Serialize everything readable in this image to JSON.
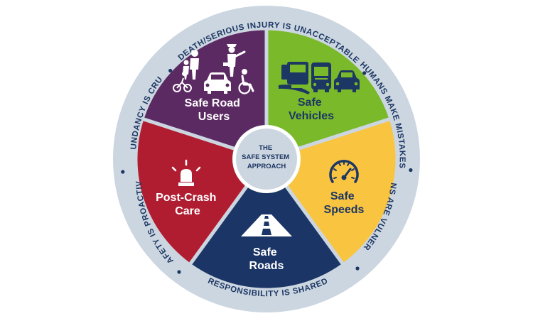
{
  "hub": {
    "lines": [
      "THE",
      "SAFE SYSTEM",
      "APPROACH"
    ]
  },
  "segments": [
    {
      "id": "vehicles",
      "title_lines": [
        "Safe",
        "Vehicles"
      ],
      "color": "#7ab929",
      "text_color": "#1d3764",
      "icon": "vehicles-icon"
    },
    {
      "id": "speeds",
      "title_lines": [
        "Safe",
        "Speeds"
      ],
      "color": "#f9c440",
      "text_color": "#1d3764",
      "icon": "speedometer-icon"
    },
    {
      "id": "roads",
      "title_lines": [
        "Safe",
        "Roads"
      ],
      "color": "#1b3566",
      "text_color": "#ffffff",
      "icon": "road-icon"
    },
    {
      "id": "post-crash",
      "title_lines": [
        "Post-Crash",
        "Care"
      ],
      "color": "#b11d30",
      "text_color": "#ffffff",
      "icon": "siren-icon"
    },
    {
      "id": "road-users",
      "title_lines": [
        "Safe Road",
        "Users"
      ],
      "color": "#5c2a63",
      "text_color": "#ffffff",
      "icon": "road-users-icon"
    }
  ],
  "principles": [
    "DEATH/SERIOUS INJURY IS UNACCEPTABLE",
    "HUMANS MAKE MISTAKES",
    "HUMANS ARE VULNERABLE",
    "RESPONSIBILITY IS SHARED",
    "SAFETY IS PROACTIVE",
    "REDUNDANCY IS CRUCIAL"
  ],
  "colors": {
    "outer_ring": "#ccd6e0",
    "ring_text": "#1d3764",
    "hub": "#ccd6e0",
    "hub_text": "#1d3764"
  }
}
